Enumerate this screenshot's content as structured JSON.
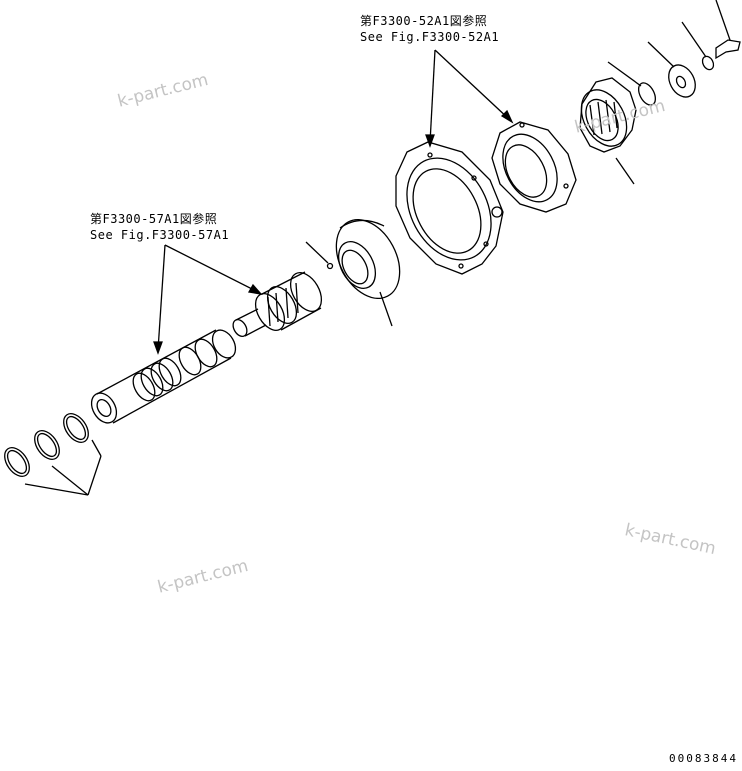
{
  "callouts": {
    "top_jp": "第F3300-52A1図参照",
    "top_en": "See Fig.F3300-52A1",
    "left_jp": "第F3300-57A1図参照",
    "left_en": "See Fig.F3300-57A1"
  },
  "watermarks": [
    "k-part.com",
    "k-part.com",
    "k-part.com",
    "k-part.com"
  ],
  "document_number": "00083844",
  "icons": {
    "parts": [
      "snap-ring",
      "shaft-sleeve",
      "spline-shaft",
      "pin",
      "thrust-plate",
      "housing",
      "bearing-cage",
      "roller-bearing-retainer",
      "o-ring",
      "washer",
      "nut",
      "bolt"
    ]
  },
  "colors": {
    "line": "#000000",
    "watermark": "#c4c4c4",
    "background": "#ffffff"
  }
}
